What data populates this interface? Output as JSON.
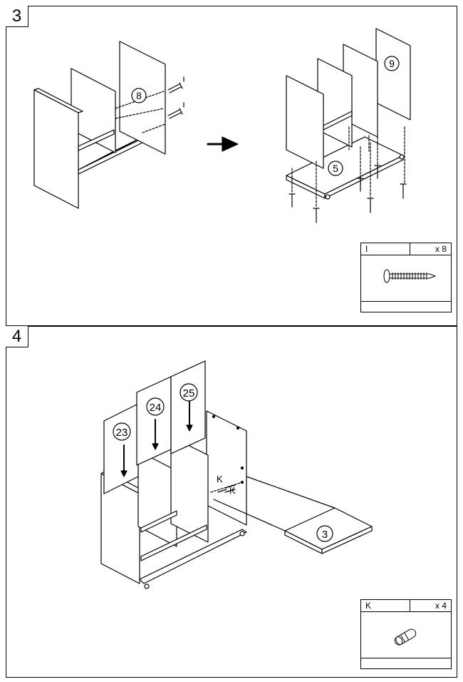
{
  "steps": [
    {
      "number": "3",
      "part_labels": [
        "8",
        "9",
        "5"
      ],
      "hardware": {
        "code": "I",
        "quantity": "x 8",
        "icon": "screw-icon"
      }
    },
    {
      "number": "4",
      "part_labels": [
        "23",
        "24",
        "25",
        "3"
      ],
      "connector_labels": [
        "K",
        "K"
      ],
      "hardware": {
        "code": "K",
        "quantity": "x 4",
        "icon": "dowel-icon"
      }
    }
  ]
}
